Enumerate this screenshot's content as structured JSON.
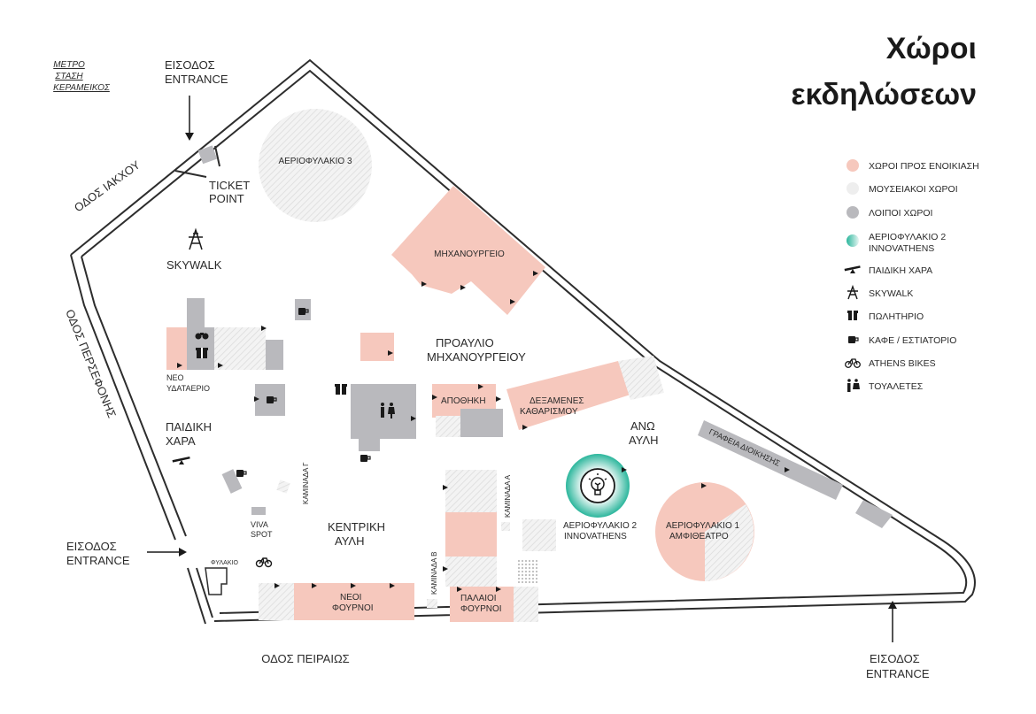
{
  "title": {
    "line1": "Χώροι",
    "line2": "εκδηλώσεων"
  },
  "colors": {
    "rental": "#f6c8bd",
    "museum": "#eeeeee",
    "other": "#b9b9bd",
    "innovathens": "#3bbfa8",
    "wall": "#2d2d2d",
    "text": "#2a2a2a"
  },
  "metro": {
    "line1": "ΜΕΤΡΟ",
    "line2": "ΣΤΑΣΗ",
    "line3": "ΚΕΡΑΜΕΙΚΟΣ"
  },
  "entrances": {
    "top": {
      "line1": "ΕΙΣΟΔΟΣ",
      "line2": "ENTRANCE"
    },
    "left": {
      "line1": "ΕΙΣΟΔΟΣ",
      "line2": "ENTRANCE"
    },
    "bottom": {
      "line1": "ΕΙΣΟΔΟΣ",
      "line2": "ENTRANCE"
    }
  },
  "streets": {
    "iakchou": "ΟΔΟΣ ΙΑΚΧΟΥ",
    "persefonis": "ΟΔΟΣ ΠΕΡΣΕΦΟΝΗΣ",
    "peiraios": "ΟΔΟΣ ΠΕΙΡΑΙΩΣ"
  },
  "places": {
    "ticket_point": {
      "line1": "TICKET",
      "line2": "POINT"
    },
    "skywalk": "SKYWALK",
    "aeriofylakio3": "ΑΕΡΙΟΦΥΛΑΚΙΟ 3",
    "michanourgeio": "ΜΗΧΑΝΟΥΡΓΕΙΟ",
    "proavlio": {
      "line1": "ΠΡΟΑΥΛΙΟ",
      "line2": "ΜΗΧΑΝΟΥΡΓΕΙΟΥ"
    },
    "neo_ydataerio": {
      "line1": "ΝΕΟ",
      "line2": "ΥΔΑΤΑΕΡΙΟ"
    },
    "paidiki_chara": {
      "line1": "ΠΑΙΔΙΚΗ",
      "line2": "ΧΑΡΑ"
    },
    "apothiki": "ΑΠΟΘΗΚΗ",
    "dexamenes": {
      "line1": "ΔΕΞΑΜΕΝΕΣ",
      "line2": "ΚΑΘΑΡΙΣΜΟΥ"
    },
    "ano_avli": {
      "line1": "ΑΝΩ",
      "line2": "ΑΥΛΗ"
    },
    "grafeia": "ΓΡΑΦΕΙΑ ΔΙΟΙΚΗΣΗΣ",
    "kentriki_avli": {
      "line1": "ΚΕΝΤΡΙΚΗ",
      "line2": "ΑΥΛΗ"
    },
    "viva_spot": {
      "line1": "VIVA",
      "line2": "SPOT"
    },
    "kaminada_g": "ΚΑΜΙΝΑΔΑ Γ",
    "kaminada_a": "ΚΑΜΙΝΑΔΑ Α",
    "kaminada_b": "ΚΑΜΙΝΑΔΑ Β",
    "aeriofylakio2": {
      "line1": "ΑΕΡΙΟΦΥΛΑΚΙΟ 2",
      "line2": "INNOVATHENS"
    },
    "aeriofylakio1": {
      "line1": "ΑΕΡΙΟΦΥΛΑΚΙΟ 1",
      "line2": "ΑΜΦΙΘΕΑΤΡΟ"
    },
    "fylakio": "ΦΥΛΑΚΙΟ",
    "neoi_fournoi": {
      "line1": "ΝΕΟΙ",
      "line2": "ΦΟΥΡΝΟΙ"
    },
    "palaioi_fournoi": {
      "line1": "ΠΑΛΑΙΟΙ",
      "line2": "ΦΟΥΡΝΟΙ"
    }
  },
  "legend": [
    {
      "label": "ΧΩΡΟΙ ΠΡΟΣ ΕΝΟΙΚΙΑΣΗ",
      "kind": "swatch",
      "color": "#f6c8bd",
      "icon": ""
    },
    {
      "label": "ΜΟΥΣΕΙΑΚΟΙ ΧΩΡΟΙ",
      "kind": "swatch",
      "color": "#eeeeee",
      "icon": ""
    },
    {
      "label": "ΛΟΙΠΟΙ ΧΩΡΟΙ",
      "kind": "swatch",
      "color": "#b9b9bd",
      "icon": ""
    },
    {
      "label": "ΑΕΡΙΟΦΥΛΑΚΙΟ 2",
      "label2": "INNOVATHENS",
      "kind": "gradient",
      "color": "#3bbfa8",
      "icon": ""
    },
    {
      "label": "ΠΑΙΔΙΚΗ ΧΑΡΑ",
      "kind": "icon",
      "color": "",
      "icon": "seesaw-icon"
    },
    {
      "label": "SKYWALK",
      "kind": "icon",
      "color": "",
      "icon": "skywalk-icon"
    },
    {
      "label": "ΠΩΛΗΤΗΡΙΟ",
      "kind": "icon",
      "color": "",
      "icon": "gift-icon"
    },
    {
      "label": "ΚΑΦΕ / ΕΣΤΙΑΤΟΡΙΟ",
      "kind": "icon",
      "color": "",
      "icon": "coffee-cup-icon"
    },
    {
      "label": "ATHENS BIKES",
      "kind": "icon",
      "color": "",
      "icon": "bicycle-icon"
    },
    {
      "label": "ΤΟΥΑΛΕΤΕΣ",
      "kind": "icon",
      "color": "",
      "icon": "restroom-icon"
    }
  ]
}
